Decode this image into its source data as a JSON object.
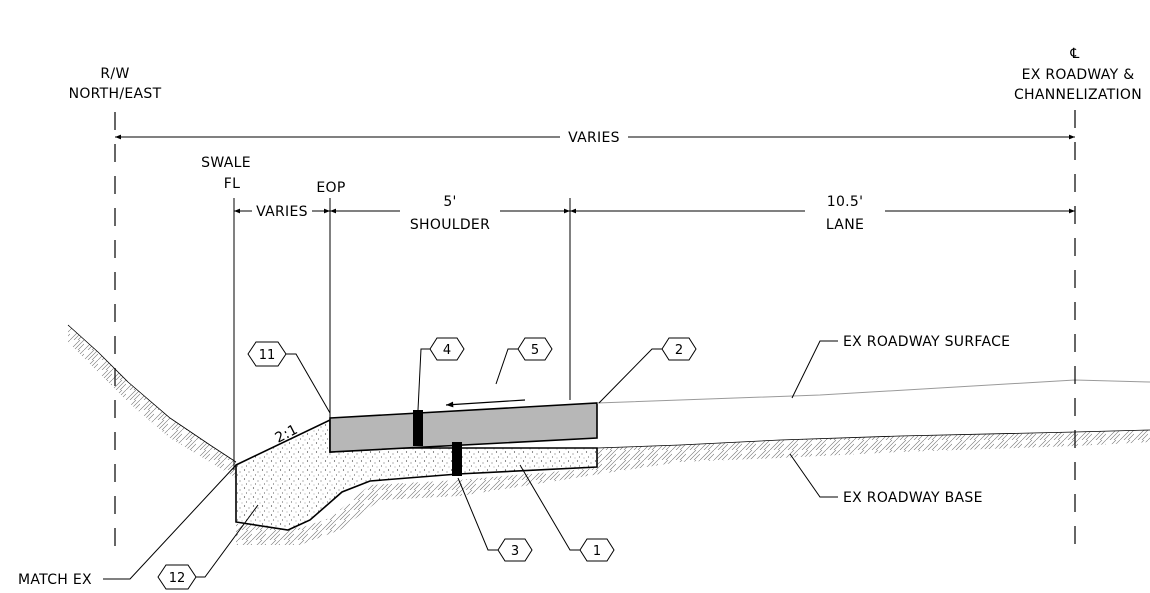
{
  "labels": {
    "rw": "R/W",
    "north_east": "NORTH/EAST",
    "cl_symbol": "℄",
    "ex_roadway": "EX ROADWAY &",
    "channelization": "CHANNELIZATION",
    "varies_top": "VARIES",
    "swale": "SWALE",
    "fl_symbol": "FL",
    "eop": "EOP",
    "varies_small": "VARIES",
    "shoulder_width": "5'",
    "shoulder": "SHOULDER",
    "lane_width": "10.5'",
    "lane": "LANE",
    "slope": "2:1",
    "ex_surface": "EX ROADWAY SURFACE",
    "ex_base": "EX ROADWAY BASE",
    "match_ex": "MATCH EX"
  },
  "callouts": {
    "c1": "1",
    "c2": "2",
    "c3": "3",
    "c4": "4",
    "c5": "5",
    "c11": "11",
    "c12": "12"
  },
  "colors": {
    "pavement": "#b7b7b7",
    "base_fill": "#ffffff",
    "ink": "#000000",
    "existing_line": "#9a9a9a"
  }
}
